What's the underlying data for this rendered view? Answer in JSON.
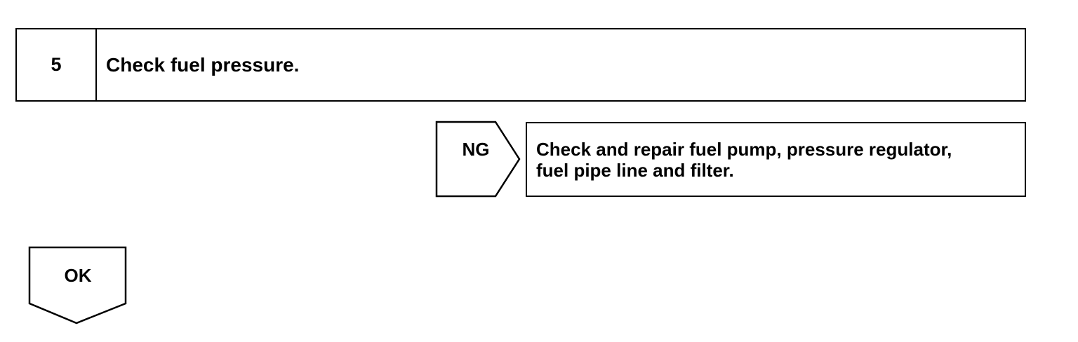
{
  "step": {
    "number": "5",
    "title": "Check fuel pressure."
  },
  "ng_branch": {
    "label": "NG",
    "action_lines": [
      "Check and repair fuel pump, pressure regulator,",
      "fuel pipe line and filter."
    ]
  },
  "ok_branch": {
    "label": "OK"
  }
}
